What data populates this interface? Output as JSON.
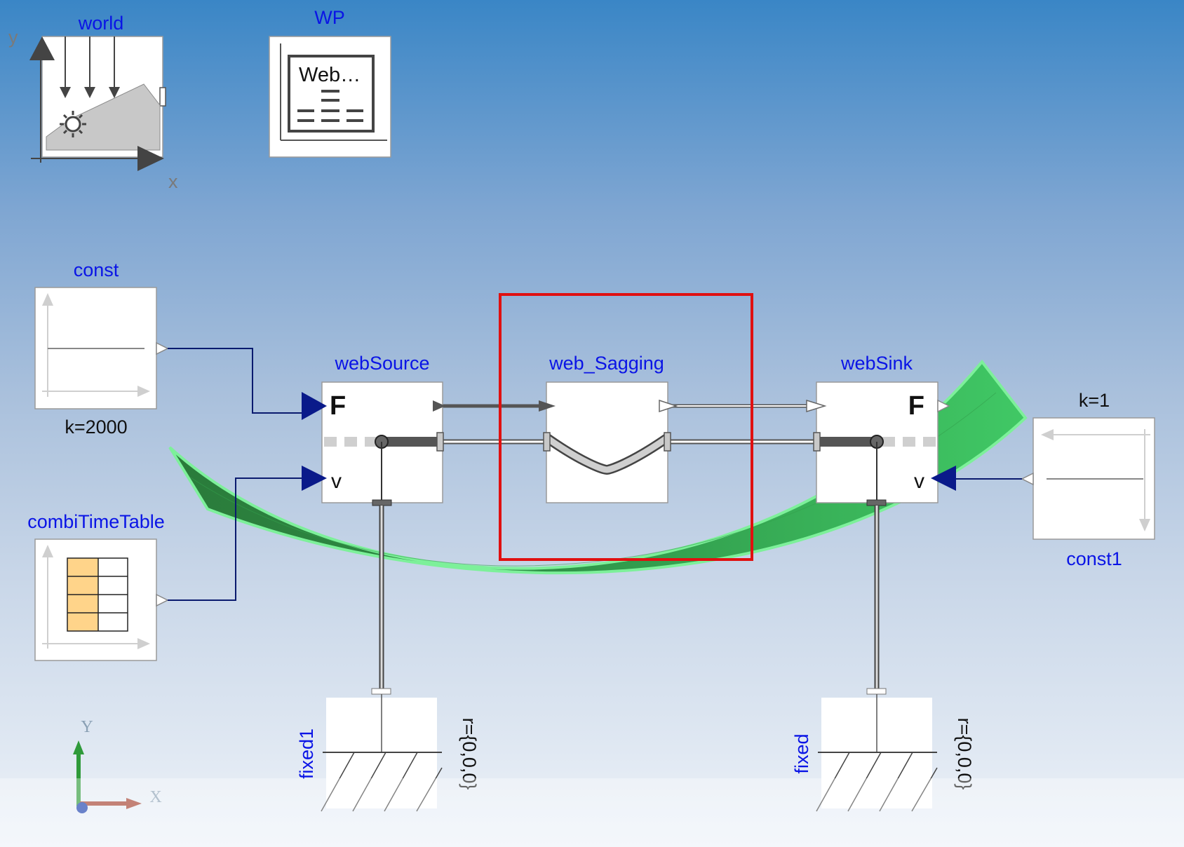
{
  "diagram": {
    "world": {
      "label": "world",
      "axis_y": "y",
      "axis_x": "x"
    },
    "wp": {
      "label": "WP",
      "screen_text": "Web…"
    },
    "const": {
      "label": "const",
      "param": "k=2000"
    },
    "combi": {
      "label": "combiTimeTable"
    },
    "webSource": {
      "label": "webSource",
      "port_f": "F",
      "port_v": "v"
    },
    "webSagging": {
      "label": "web_Sagging"
    },
    "webSink": {
      "label": "webSink",
      "port_f": "F",
      "port_v": "v"
    },
    "const1": {
      "label": "const1",
      "param": "k=1"
    },
    "fixed1": {
      "label": "fixed1",
      "param": "r={0,0,0}"
    },
    "fixed": {
      "label": "fixed",
      "param": "r={0,0,0}"
    },
    "triad": {
      "y": "Y",
      "x": "X"
    }
  },
  "colors": {
    "label_blue": "#0a14e6",
    "signal_line": "#0a1a6e",
    "input_port": "#0a1a8a",
    "web_green": "#3cc060",
    "selection_red": "#e01010"
  }
}
